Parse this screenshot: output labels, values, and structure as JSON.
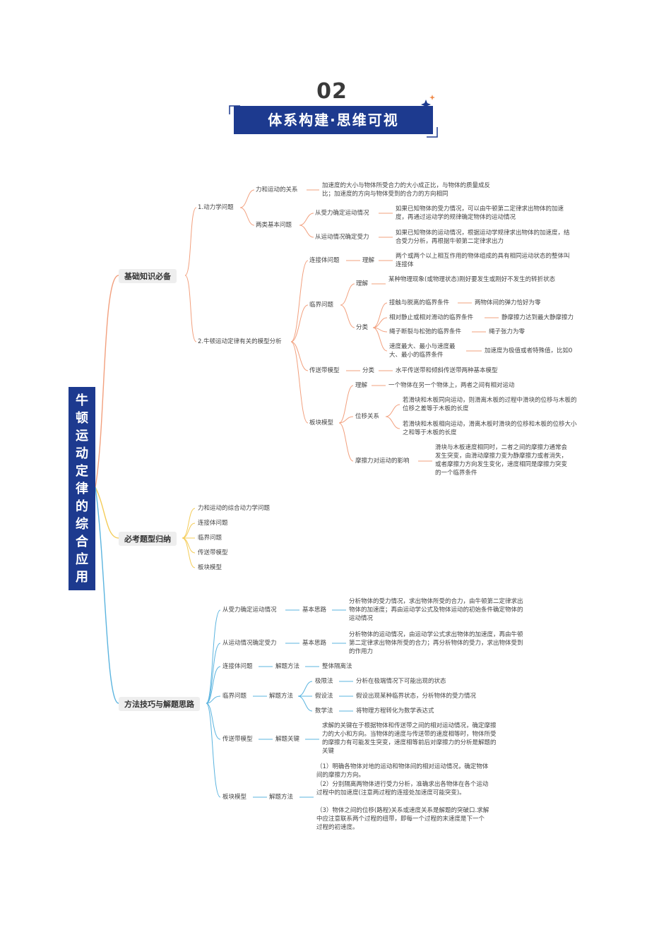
{
  "header": {
    "number": "02",
    "title": "体系构建·思维可视"
  },
  "root": "牛顿运动定律的综合应用",
  "branches": {
    "b1": {
      "label": "基础知识必备",
      "dyn": {
        "label": "1.动力学问题",
        "force_motion": {
          "label": "力和运动的关系",
          "text": "加速度的大小与物体所受合力的大小成正比，与物体的质量成反比；加速度的方向与物体受到的合力的方向相同"
        },
        "two_types": {
          "label": "两类基本问题",
          "a": {
            "label": "从受力确定运动情况",
            "text": "如果已知物体的受力情况，可以由牛顿第二定律求出物体的加速度，再通过运动学的规律确定物体的运动情况"
          },
          "b": {
            "label": "从运动情况确定受力",
            "text": "如果已知物体的运动情况，根据运动学规律求出物体的加速度，结合受力分析，再根据牛顿第二定律求出力"
          }
        }
      },
      "models": {
        "label": "2.牛顿运动定律有关的模型分析",
        "connected": {
          "label": "连接体问题",
          "sub": "理解",
          "text": "两个或两个以上相互作用的物体组成的具有相同运动状态的整体叫连接体"
        },
        "critical": {
          "label": "临界问题",
          "understand": "理解",
          "understand_text": "某种物理现象(或物理状态)刚好要发生或刚好不发生的转折状态",
          "classify": "分类",
          "c1": "接触与脱离的临界条件",
          "c1r": "两物体间的弹力恰好为零",
          "c2": "相对静止或相对滑动的临界条件",
          "c2r": "静摩擦力达到最大静摩擦力",
          "c3": "绳子断裂与松弛的临界条件",
          "c3r": "绳子张力为零",
          "c4": "速度最大、最小与速度最大、最小的临界条件",
          "c4r": "加速度为极值或者特殊值，比如0"
        },
        "conveyor": {
          "label": "传送带模型",
          "sub": "分类",
          "text": "水平传送带和倾斜传送带两种基本模型"
        },
        "plank": {
          "label": "板块模型",
          "understand": "理解",
          "understand_text": "一个物体在另一个物体上，两者之间有相对运动",
          "displacement": "位移关系",
          "d1": "若滑块和木板同向运动，则滑离木板的过程中滑块的位移与木板的位移之差等于木板的长度",
          "d2": "若滑块和木板相向运动，滑离木板时滑块的位移和木板的位移大小之和等于木板的长度",
          "friction": "摩擦力对运动的影响",
          "friction_text": "滑块与木板速度相同时，二者之间的摩擦力通常会发生突变，由滑动摩擦力变为静摩擦力或者消失，或者摩擦力方向发生变化，速度相同是摩擦力突变的一个临界条件"
        }
      }
    },
    "b2": {
      "label": "必考题型归纳",
      "items": [
        "力和运动的综合动力学问题",
        "连接体问题",
        "临界问题",
        "传送带模型",
        "板块模型"
      ]
    },
    "b3": {
      "label": "方法技巧与解题思路",
      "m1": {
        "label": "从受力确定运动情况",
        "sub": "基本思路",
        "text": "分析物体的受力情况，求出物体所受的合力，由牛顿第二定律求出物体的加速度；再由运动学公式及物体运动的初始条件确定物体的运动情况"
      },
      "m2": {
        "label": "从运动情况确定受力",
        "sub": "基本思路",
        "text": "分析物体的运动情况，由运动学公式求出物体的加速度，再由牛顿第二定律求出物体所受的合力；再分析物体的受力，求出物体受到的作用力"
      },
      "m3": {
        "label": "连接体问题",
        "sub": "解题方法",
        "text": "整体隔离法"
      },
      "m4": {
        "label": "临界问题",
        "sub": "解题方法",
        "e1": "极限法",
        "e1t": "分析在极端情况下可能出现的状态",
        "e2": "假设法",
        "e2t": "假设出现某种临界状态，分析物体的受力情况",
        "e3": "数学法",
        "e3t": "将物理方程转化为数学表达式"
      },
      "m5": {
        "label": "传送带模型",
        "sub": "解题关键",
        "text": "求解的关键在于根据物体和传送带之间的相对运动情况，确定摩擦力的大小和方向。当物体的速度与传送带的速度相等时，物体所受的摩擦力有可能发生突变，速度相等前后对摩擦力的分析是解题的关键"
      },
      "m6": {
        "label": "板块模型",
        "sub": "解题方法",
        "p1": "（1）明确各物体对地的运动和物体间的相对运动情况，确定物体间的摩擦力方向。",
        "p2": "（2）分别隔离两物体进行受力分析，准确求出各物体在各个运动过程中的加速度(注意两过程的连接处加速度可能突变)。",
        "p3": "（3）物体之间的位移(路程)关系或速度关系是解题的突破口.求解中应注意联系两个过程的纽带，即每一个过程的末速度是下一个过程的初速度。"
      }
    }
  },
  "colors": {
    "banner": "#1d3a8f",
    "branch1": "#f2a07e",
    "branch2": "#f4cc58",
    "branch3": "#5bb4df",
    "accent": "#f08a4b"
  }
}
